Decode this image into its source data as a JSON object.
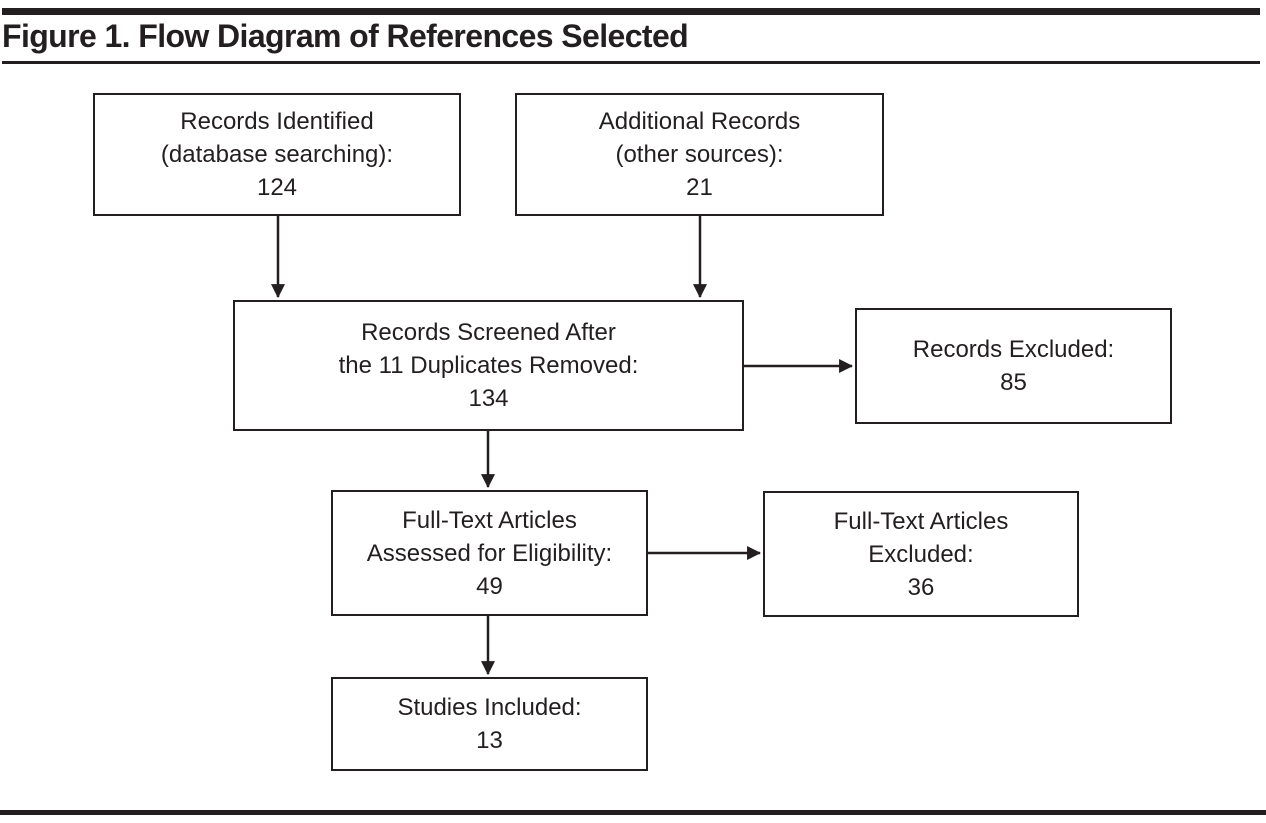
{
  "header": {
    "title": "Figure 1. Flow Diagram of References Selected"
  },
  "colors": {
    "ink": "#231f20",
    "background": "#ffffff"
  },
  "diagram": {
    "type": "flow-diagram",
    "nodes": [
      {
        "id": "records-identified",
        "lines": [
          "Records Identified",
          "(database searching):"
        ],
        "value": "124"
      },
      {
        "id": "additional-records",
        "lines": [
          "Additional Records",
          "(other sources):"
        ],
        "value": "21"
      },
      {
        "id": "records-screened",
        "lines": [
          "Records Screened After",
          "the 11 Duplicates Removed:"
        ],
        "value": "134"
      },
      {
        "id": "records-excluded",
        "lines": [
          "Records Excluded:"
        ],
        "value": "85"
      },
      {
        "id": "fulltext-assessed",
        "lines": [
          "Full-Text Articles",
          "Assessed for Eligibility:"
        ],
        "value": "49"
      },
      {
        "id": "fulltext-excluded",
        "lines": [
          "Full-Text Articles",
          "Excluded:"
        ],
        "value": "36"
      },
      {
        "id": "studies-included",
        "lines": [
          "Studies Included:"
        ],
        "value": "13"
      }
    ],
    "edges": [
      {
        "from": "records-identified",
        "to": "records-screened"
      },
      {
        "from": "additional-records",
        "to": "records-screened"
      },
      {
        "from": "records-screened",
        "to": "records-excluded"
      },
      {
        "from": "records-screened",
        "to": "fulltext-assessed"
      },
      {
        "from": "fulltext-assessed",
        "to": "fulltext-excluded"
      },
      {
        "from": "fulltext-assessed",
        "to": "studies-included"
      }
    ]
  }
}
